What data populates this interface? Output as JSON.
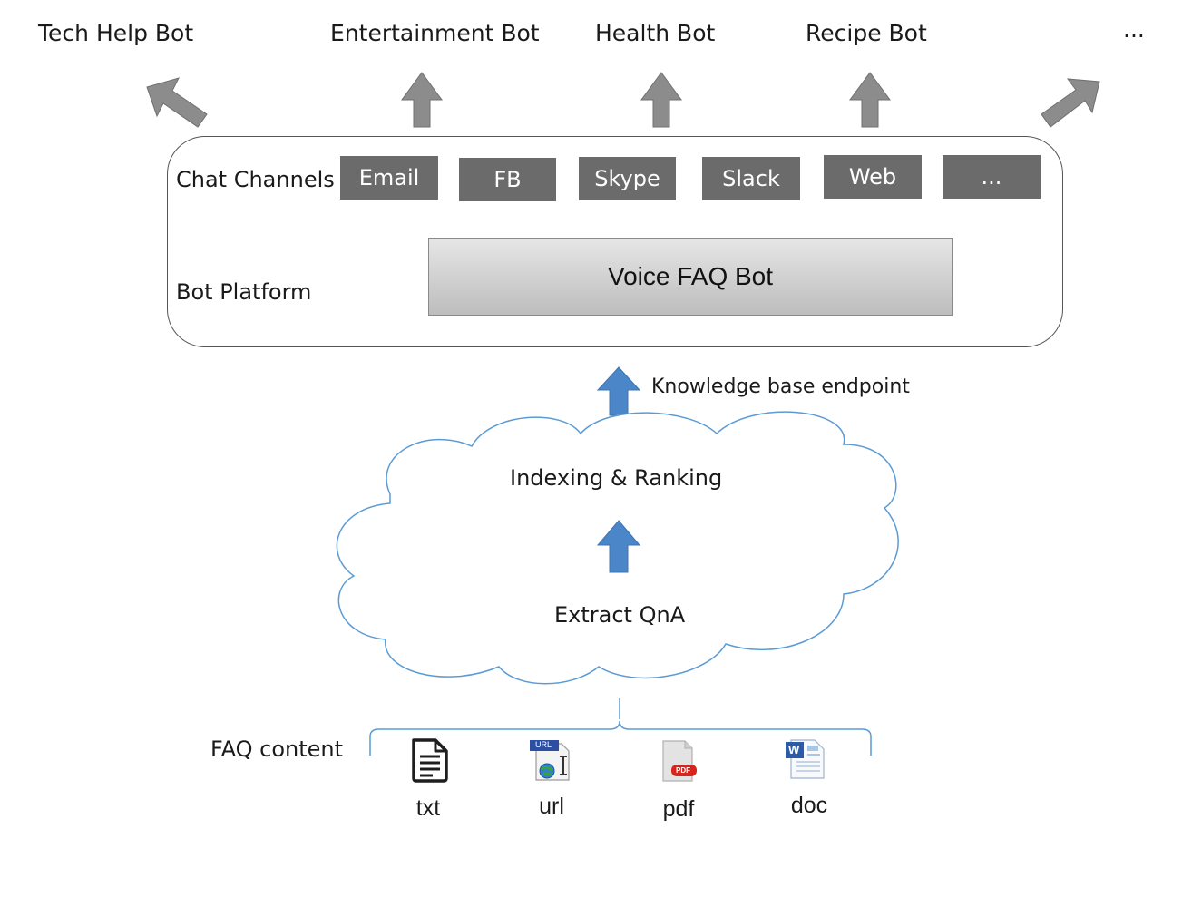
{
  "bots": [
    "Tech Help Bot",
    "Entertainment Bot",
    "Health Bot",
    "Recipe Bot",
    "..."
  ],
  "platform": {
    "chat_channels_label": "Chat Channels",
    "channels": [
      "Email",
      "FB",
      "Skype",
      "Slack",
      "Web",
      "..."
    ],
    "bot_platform_label": "Bot Platform",
    "core_bot": "Voice FAQ Bot"
  },
  "endpoint_label": "Knowledge base endpoint",
  "cloud": {
    "top_label": "Indexing & Ranking",
    "bottom_label": "Extract QnA"
  },
  "faq": {
    "label": "FAQ content",
    "files": [
      {
        "label": "txt",
        "icon": "text-file-icon"
      },
      {
        "label": "url",
        "icon": "url-file-icon"
      },
      {
        "label": "pdf",
        "icon": "pdf-file-icon"
      },
      {
        "label": "doc",
        "icon": "word-doc-icon"
      }
    ],
    "url_badge": "URL",
    "pdf_badge": "PDF",
    "doc_badge": "W"
  },
  "colors": {
    "gray_arrow": "#8c8c8c",
    "blue_arrow": "#4a86c8",
    "channel_bg": "#6b6b6b",
    "cloud_stroke": "#5b9bd5"
  }
}
